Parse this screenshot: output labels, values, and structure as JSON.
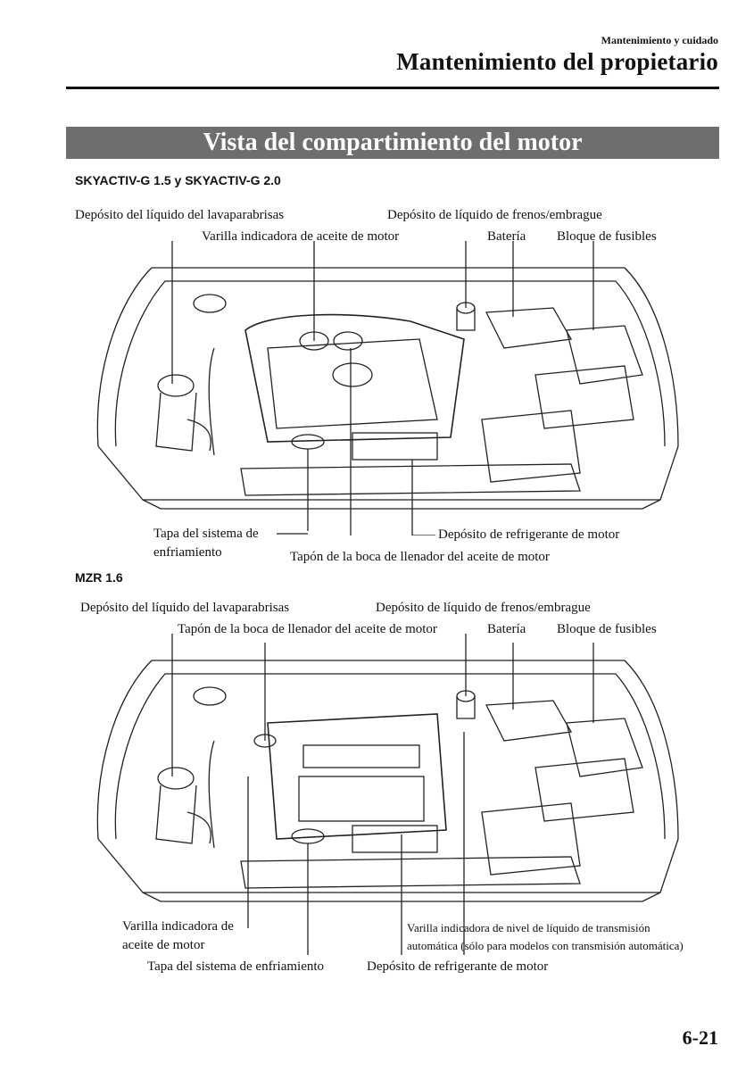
{
  "header": {
    "section": "Mantenimiento y cuidado",
    "title": "Mantenimiento del propietario"
  },
  "banner": "Vista del compartimiento del motor",
  "diagram1": {
    "subtitle": "SKYACTIV-G 1.5 y SKYACTIV-G 2.0",
    "labels": {
      "washer": "Depósito del líquido del lavaparabrisas",
      "dipstick": "Varilla indicadora de aceite de motor",
      "brake": "Depósito de líquido de frenos/embrague",
      "battery": "Batería",
      "fuse": "Bloque de fusibles",
      "cooling_cap_1": "Tapa del sistema de",
      "cooling_cap_2": "enfriamiento",
      "coolant": "Depósito de refrigerante de motor",
      "oil_cap": "Tapón de la boca de llenador del aceite de motor"
    }
  },
  "diagram2": {
    "subtitle": "MZR 1.6",
    "labels": {
      "washer": "Depósito del líquido del lavaparabrisas",
      "brake": "Depósito de líquido de frenos/embrague",
      "oil_cap": "Tapón de la boca de llenador del aceite de motor",
      "battery": "Batería",
      "fuse": "Bloque de fusibles",
      "dipstick_1": "Varilla indicadora de",
      "dipstick_2": "aceite de motor",
      "atf_1": "Varilla indicadora de nivel de líquido de transmisión",
      "atf_2": "automática (sólo para modelos con transmisión automática)",
      "cooling_cap": "Tapa del sistema de enfriamiento",
      "coolant": "Depósito de refrigerante de motor"
    }
  },
  "page_number": "6-21"
}
